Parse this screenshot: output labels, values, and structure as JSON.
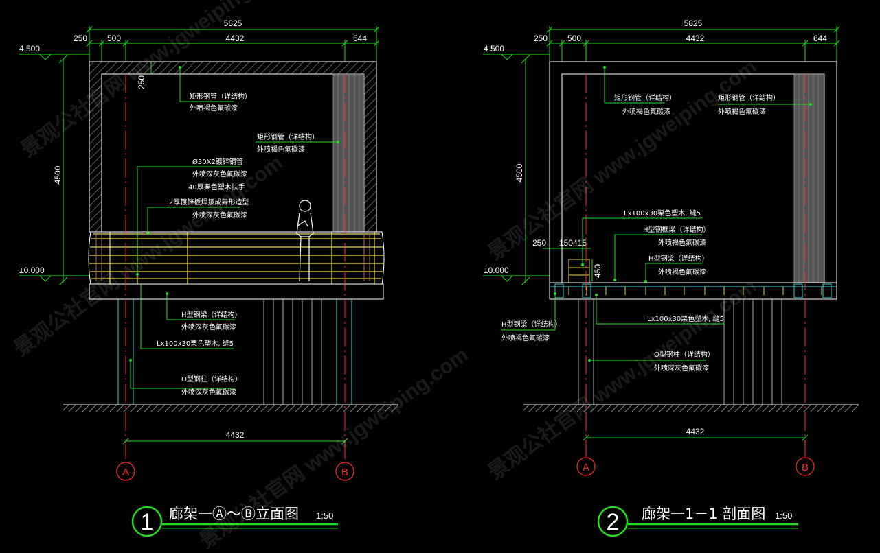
{
  "colors": {
    "background": "#000000",
    "dimension": "#22dd22",
    "outline": "#ffffff",
    "axis": "#ff2b2b",
    "railing": "#e8d84a",
    "hatch": "#8a8a8a",
    "column": "#3ad0d0"
  },
  "watermark": "景观公社官网 www.jgweiping.com",
  "drawing1": {
    "dims": {
      "total": "5825",
      "left": "250",
      "s1": "500",
      "mid": "4432",
      "right": "644",
      "top_level": "4.500",
      "zero_level": "±0.000",
      "height": "4500",
      "beam": "250",
      "axis_span": "4432"
    },
    "notes": {
      "n1a": "矩形钢管（详结构）",
      "n1b": "外喷褐色氟碳漆",
      "n2a": "矩形钢管（详结构）",
      "n2b": "外喷褐色氟碳漆",
      "n3a": "Ø30X2镀锌钢管",
      "n3b": "外喷深灰色氟碳漆",
      "n3c": "40厚栗色塑木扶手",
      "n4a": "2厚镀锌板焊接成异形造型",
      "n4b": "外喷深灰色氟碳漆",
      "n5a": "H型钢梁（详结构）",
      "n5b": "外喷深灰色氟碳漆",
      "n6": "Lx100x30栗色塑木, 缝5",
      "n7a": "O型钢柱（详结构）",
      "n7b": "外喷深灰色氟碳漆"
    },
    "axis_a": "A",
    "axis_b": "B",
    "number": "1",
    "title": "廊架一Ⓐ～Ⓑ立面图",
    "scale": "1:50"
  },
  "drawing2": {
    "dims": {
      "total": "5825",
      "left": "250",
      "s1": "500",
      "mid": "4432",
      "right": "644",
      "top_level": "4.500",
      "zero_level": "±0.000",
      "height": "4500",
      "d250": "250",
      "d150": "150415",
      "d450": "450",
      "axis_span": "4432"
    },
    "notes": {
      "n1a": "矩形钢管（详结构）",
      "n1b": "外喷褐色氟碳漆",
      "n2a": "矩形钢管（详结构）",
      "n2b": "外喷褐色氟碳漆",
      "n3": "Lx100x30栗色塑木, 缝5",
      "n4a": "H型钢框梁（详结构）",
      "n4b": "外喷褐色氟碳漆",
      "n5a": "H型钢梁（详结构）",
      "n5b": "外喷褐色氟碳漆",
      "n6a": "H型钢梁（详结构）",
      "n6b": "外喷褐色氟碳漆",
      "n7": "Lx100x30栗色塑木, 缝5",
      "n8a": "O型钢柱（详结构）",
      "n8b": "外喷深灰色氟碳漆"
    },
    "axis_a": "A",
    "axis_b": "B",
    "number": "2",
    "title": "廊架一1－1 剖面图",
    "scale": "1:50"
  }
}
